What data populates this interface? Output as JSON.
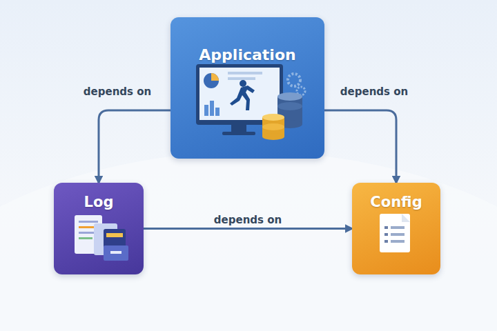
{
  "diagram": {
    "nodes": [
      {
        "text": [
          "Application"
        ]
      },
      {
        "text": [
          "Log"
        ]
      },
      {
        "text": [
          "Config"
        ]
      }
    ],
    "edges": [
      {
        "from": 0,
        "to": 1,
        "arrow": "to",
        "label": "depends on"
      },
      {
        "from": 0,
        "to": 2,
        "arrow": "to",
        "label": "depends on"
      },
      {
        "from": 1,
        "to": 2,
        "arrow": "to",
        "label": "depends on"
      }
    ]
  }
}
